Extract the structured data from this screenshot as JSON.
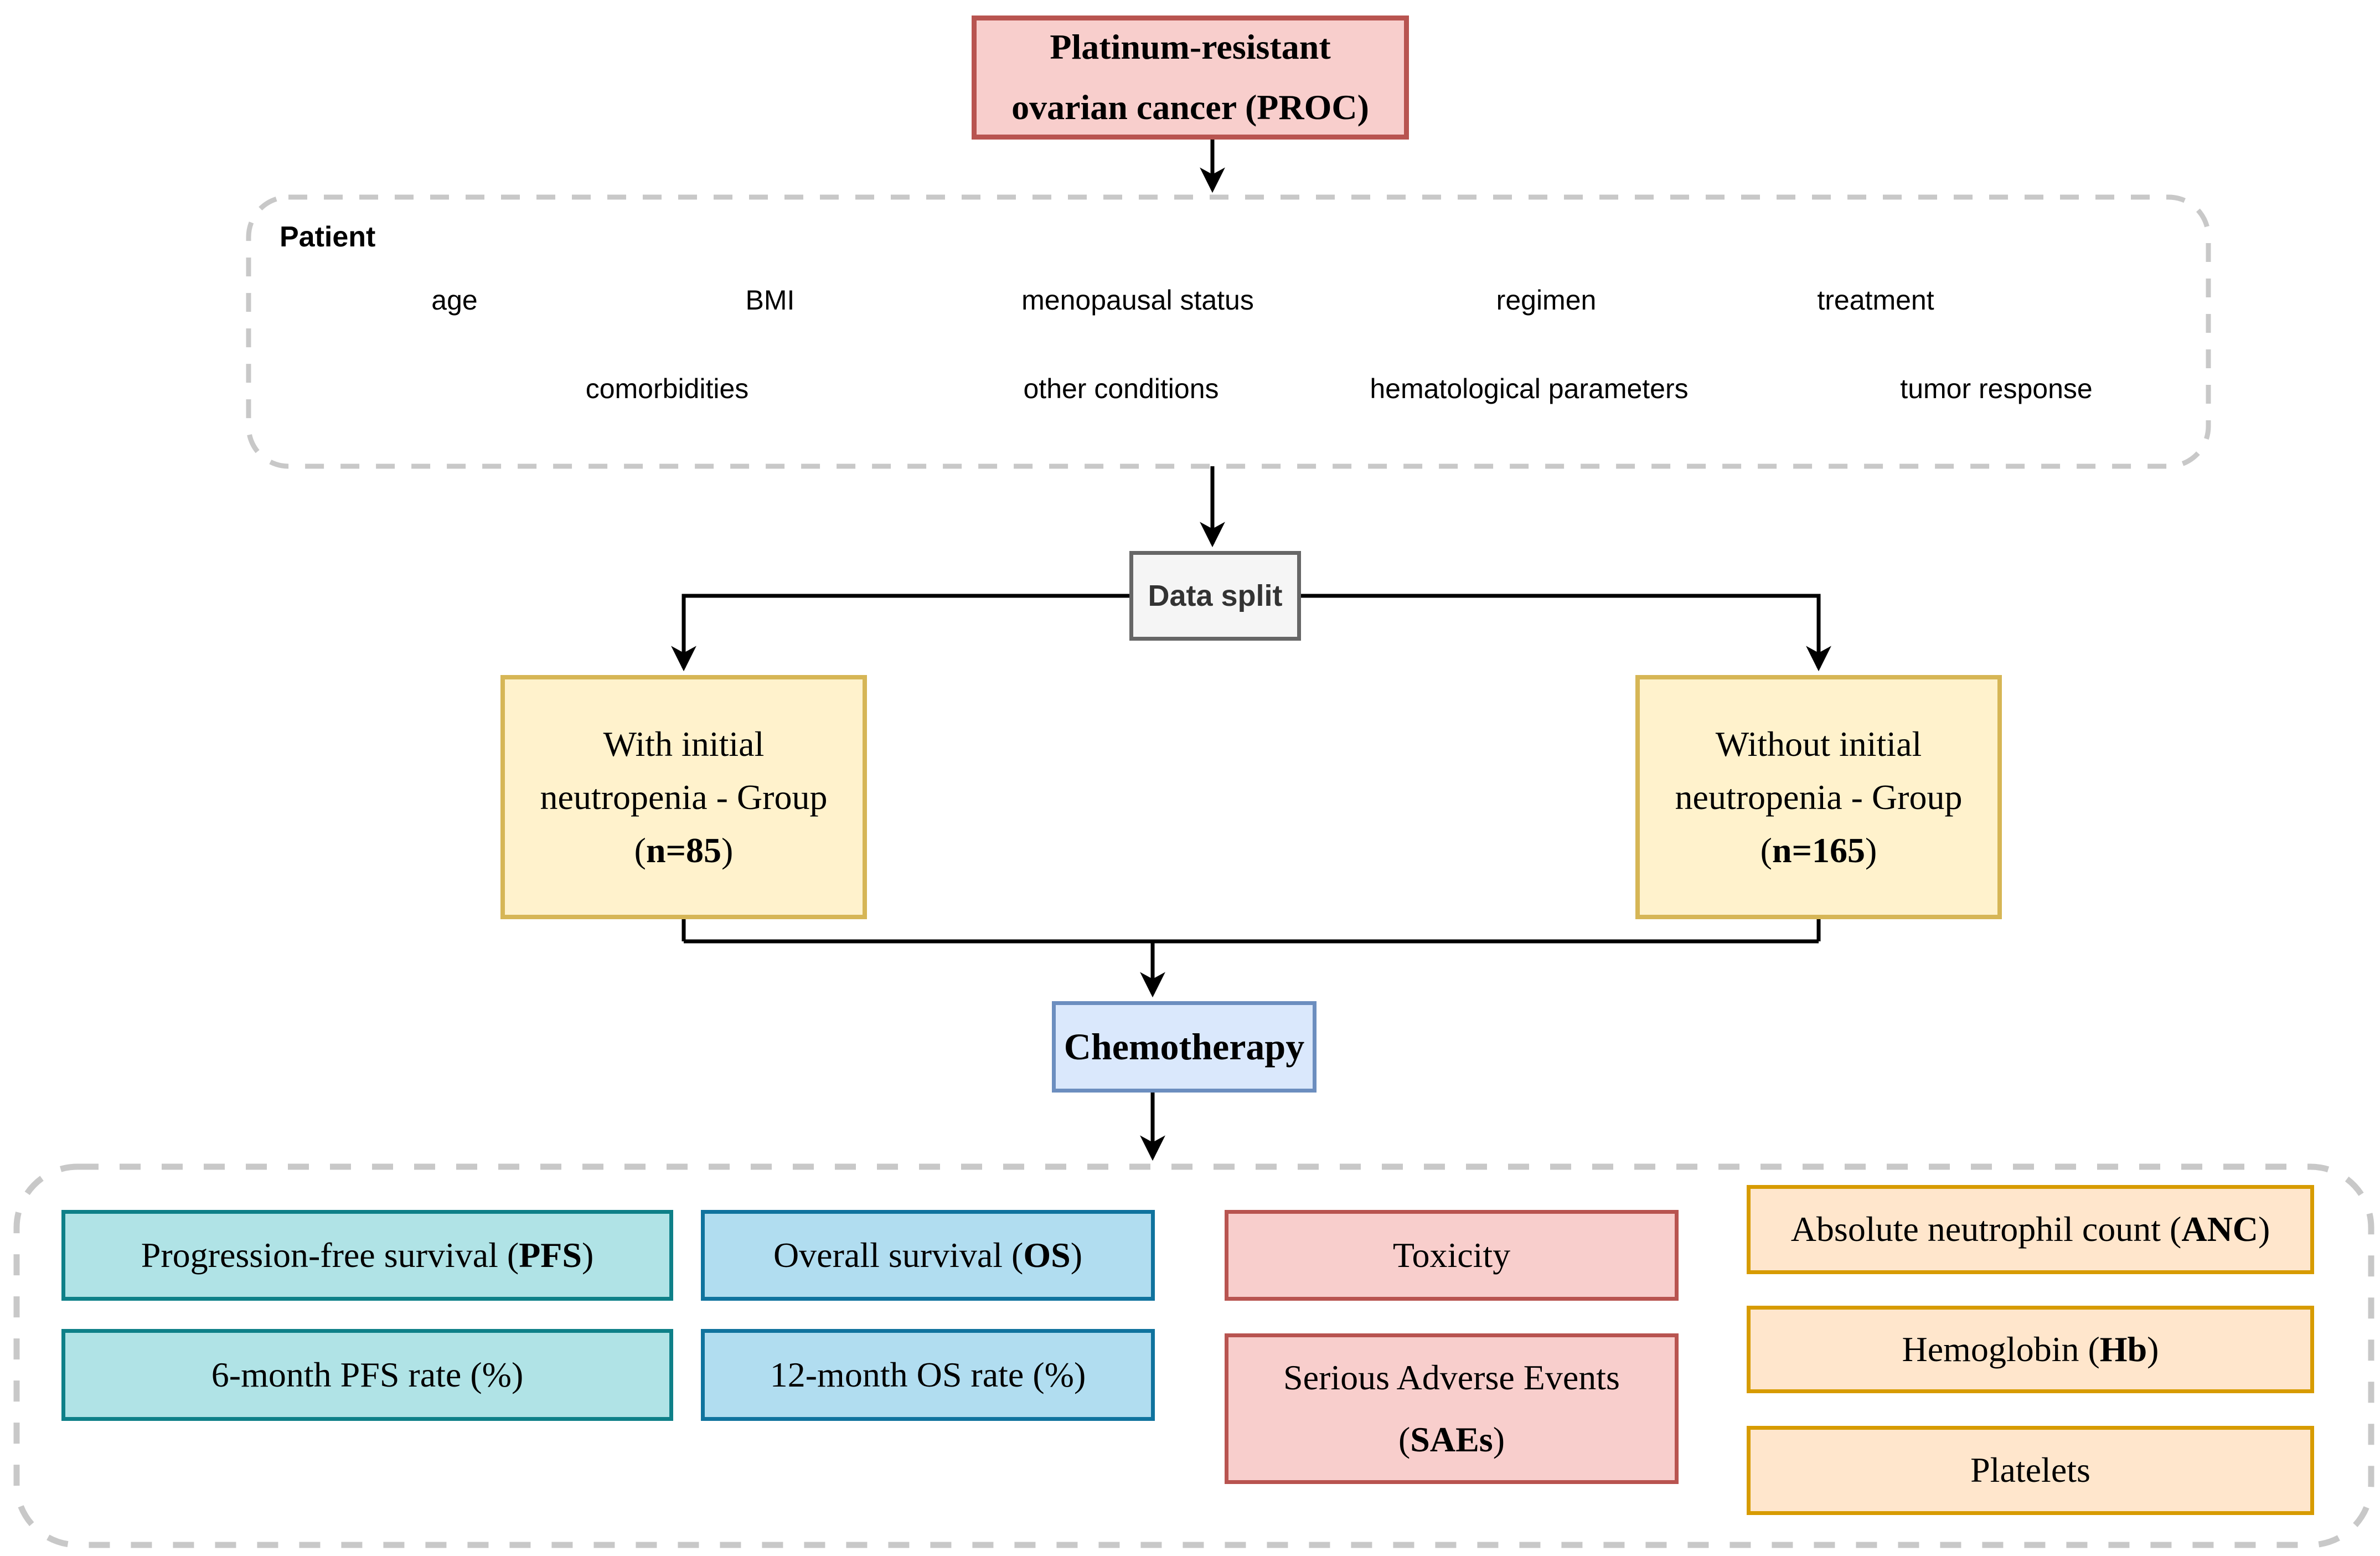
{
  "flowchart": {
    "root_node": {
      "line1": "Platinum-resistant",
      "line2": "ovarian cancer (PROC)"
    },
    "patient_panel": {
      "title": "Patient",
      "row1": [
        "age",
        "BMI",
        "menopausal status",
        "regimen",
        "treatment"
      ],
      "row2": [
        "comorbidities",
        "other conditions",
        "hematological parameters",
        "tumor response"
      ]
    },
    "data_split": {
      "label": "Data split"
    },
    "group_with": {
      "line1": "With initial",
      "line2": "neutropenia - Group",
      "paren_open": "(",
      "n_bold": "n=85",
      "paren_close": ")"
    },
    "group_without": {
      "line1": "Without initial",
      "line2": "neutropenia - Group",
      "paren_open": "(",
      "n_bold": "n=165",
      "paren_close": ")"
    },
    "chemotherapy": {
      "label": "Chemotherapy"
    },
    "outcomes": {
      "pfs": {
        "pre": "Progression-free survival (",
        "bold": "PFS",
        "post": ")"
      },
      "pfs_rate": {
        "label": "6-month PFS rate (%)"
      },
      "os": {
        "pre": "Overall survival (",
        "bold": "OS",
        "post": ")"
      },
      "os_rate": {
        "label": "12-month OS rate (%)"
      },
      "toxicity": {
        "label": "Toxicity"
      },
      "sae": {
        "line1": "Serious Adverse Events",
        "pre": "(",
        "bold": "SAEs",
        "post": ")"
      },
      "anc": {
        "pre": "Absolute neutrophil count (",
        "bold": "ANC",
        "post": ")"
      },
      "hb": {
        "pre": "Hemoglobin (",
        "bold": "Hb",
        "post": ")"
      },
      "platelets": {
        "label": "Platelets"
      }
    }
  },
  "colors": {
    "pink_fill": "#f8cecc",
    "pink_stroke": "#b85450",
    "yellow_fill": "#fff2cc",
    "yellow_stroke": "#d6b656",
    "gray_fill": "#f5f5f5",
    "gray_stroke": "#666666",
    "blue_fill": "#dae8fc",
    "blue_stroke": "#6c8ebf",
    "teal_fill": "#b0e3e6",
    "teal_stroke": "#0e8088",
    "lightblue_fill": "#b1ddf0",
    "lightblue_stroke": "#10739e",
    "orange_fill": "#ffe6cc",
    "orange_stroke": "#d79b00",
    "dash_stroke": "#c8c8c8",
    "line_color": "#000000",
    "datasplit_text": "#333333"
  }
}
